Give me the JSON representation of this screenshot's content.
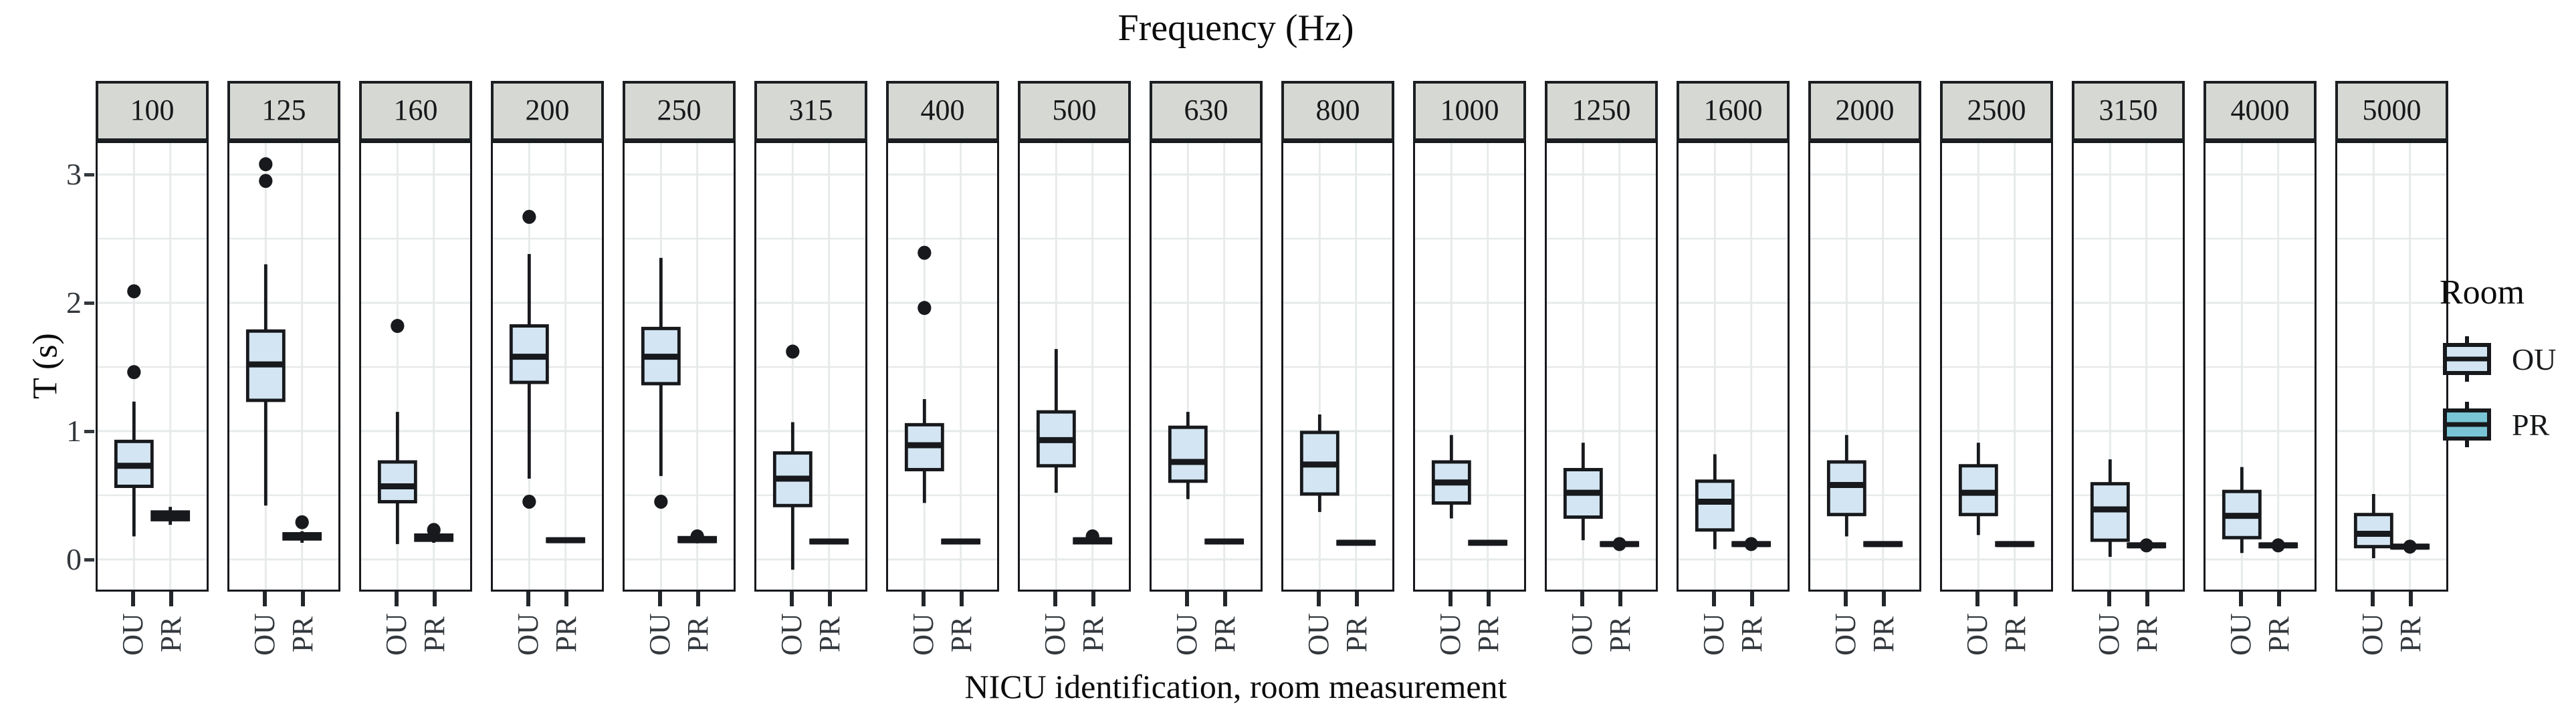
{
  "colors": {
    "box_stroke": "#17191c",
    "ou_fill": "#d3e5f2",
    "pr_fill": "#79c5d6",
    "strip_background": "#d5d8d3",
    "gridline": "#e7eaea",
    "text": "#0c0c0c"
  },
  "chart_data": {
    "type": "boxplot",
    "title": "Frequency (Hz)",
    "xlabel": "NICU identification, room measurement",
    "ylabel": "T (s)",
    "ylim": [
      -0.235,
      3.245
    ],
    "yticks": [
      0,
      1,
      2,
      3
    ],
    "minor_gridlines": [
      0.5,
      1.5,
      2.5
    ],
    "grid": "on",
    "categories": [
      "OU",
      "PR"
    ],
    "legend": {
      "title": "Room",
      "position": "right",
      "entries": [
        {
          "label": "OU",
          "color": "#d3e5f2"
        },
        {
          "label": "PR",
          "color": "#79c5d6"
        }
      ]
    },
    "facets": [
      {
        "label": "100",
        "boxes": [
          {
            "room": "OU",
            "whisker_low": 0.18,
            "q1": 0.57,
            "median": 0.73,
            "q3": 0.92,
            "whisker_high": 1.23,
            "outliers": [
              1.46,
              2.09
            ]
          },
          {
            "room": "PR",
            "whisker_low": 0.27,
            "q1": 0.31,
            "median": 0.34,
            "q3": 0.37,
            "whisker_high": 0.41,
            "outliers": []
          }
        ]
      },
      {
        "label": "125",
        "boxes": [
          {
            "room": "OU",
            "whisker_low": 0.42,
            "q1": 1.24,
            "median": 1.52,
            "q3": 1.78,
            "whisker_high": 2.3,
            "outliers": [
              2.95,
              3.08
            ]
          },
          {
            "room": "PR",
            "whisker_low": 0.13,
            "q1": 0.16,
            "median": 0.18,
            "q3": 0.2,
            "whisker_high": 0.22,
            "outliers": [
              0.29
            ]
          }
        ]
      },
      {
        "label": "160",
        "boxes": [
          {
            "room": "OU",
            "whisker_low": 0.12,
            "q1": 0.45,
            "median": 0.57,
            "q3": 0.76,
            "whisker_high": 1.15,
            "outliers": [
              1.82
            ]
          },
          {
            "room": "PR",
            "whisker_low": 0.13,
            "q1": 0.15,
            "median": 0.17,
            "q3": 0.19,
            "whisker_high": 0.2,
            "outliers": [
              0.23
            ]
          }
        ]
      },
      {
        "label": "200",
        "boxes": [
          {
            "room": "OU",
            "whisker_low": 0.63,
            "q1": 1.38,
            "median": 1.58,
            "q3": 1.82,
            "whisker_high": 2.38,
            "outliers": [
              0.45,
              2.67
            ]
          },
          {
            "room": "PR",
            "whisker_low": 0.13,
            "q1": 0.14,
            "median": 0.15,
            "q3": 0.16,
            "whisker_high": 0.17,
            "outliers": []
          }
        ]
      },
      {
        "label": "250",
        "boxes": [
          {
            "room": "OU",
            "whisker_low": 0.65,
            "q1": 1.37,
            "median": 1.58,
            "q3": 1.8,
            "whisker_high": 2.35,
            "outliers": [
              0.45
            ]
          },
          {
            "room": "PR",
            "whisker_low": 0.13,
            "q1": 0.14,
            "median": 0.15,
            "q3": 0.17,
            "whisker_high": 0.18,
            "outliers": [
              0.18
            ]
          }
        ]
      },
      {
        "label": "315",
        "boxes": [
          {
            "room": "OU",
            "whisker_low": -0.08,
            "q1": 0.42,
            "median": 0.63,
            "q3": 0.83,
            "whisker_high": 1.07,
            "outliers": [
              1.62
            ]
          },
          {
            "room": "PR",
            "whisker_low": 0.12,
            "q1": 0.13,
            "median": 0.14,
            "q3": 0.15,
            "whisker_high": 0.16,
            "outliers": []
          }
        ]
      },
      {
        "label": "400",
        "boxes": [
          {
            "room": "OU",
            "whisker_low": 0.44,
            "q1": 0.7,
            "median": 0.89,
            "q3": 1.05,
            "whisker_high": 1.25,
            "outliers": [
              1.96,
              2.39
            ]
          },
          {
            "room": "PR",
            "whisker_low": 0.12,
            "q1": 0.13,
            "median": 0.14,
            "q3": 0.15,
            "whisker_high": 0.16,
            "outliers": []
          }
        ]
      },
      {
        "label": "500",
        "boxes": [
          {
            "room": "OU",
            "whisker_low": 0.52,
            "q1": 0.73,
            "median": 0.93,
            "q3": 1.15,
            "whisker_high": 1.64,
            "outliers": []
          },
          {
            "room": "PR",
            "whisker_low": 0.12,
            "q1": 0.13,
            "median": 0.15,
            "q3": 0.16,
            "whisker_high": 0.17,
            "outliers": [
              0.18
            ]
          }
        ]
      },
      {
        "label": "630",
        "boxes": [
          {
            "room": "OU",
            "whisker_low": 0.47,
            "q1": 0.61,
            "median": 0.76,
            "q3": 1.03,
            "whisker_high": 1.15,
            "outliers": []
          },
          {
            "room": "PR",
            "whisker_low": 0.12,
            "q1": 0.13,
            "median": 0.14,
            "q3": 0.15,
            "whisker_high": 0.16,
            "outliers": []
          }
        ]
      },
      {
        "label": "800",
        "boxes": [
          {
            "room": "OU",
            "whisker_low": 0.37,
            "q1": 0.51,
            "median": 0.74,
            "q3": 0.99,
            "whisker_high": 1.13,
            "outliers": []
          },
          {
            "room": "PR",
            "whisker_low": 0.11,
            "q1": 0.12,
            "median": 0.13,
            "q3": 0.14,
            "whisker_high": 0.15,
            "outliers": []
          }
        ]
      },
      {
        "label": "1000",
        "boxes": [
          {
            "room": "OU",
            "whisker_low": 0.32,
            "q1": 0.44,
            "median": 0.6,
            "q3": 0.76,
            "whisker_high": 0.97,
            "outliers": []
          },
          {
            "room": "PR",
            "whisker_low": 0.11,
            "q1": 0.12,
            "median": 0.13,
            "q3": 0.14,
            "whisker_high": 0.14,
            "outliers": []
          }
        ]
      },
      {
        "label": "1250",
        "boxes": [
          {
            "room": "OU",
            "whisker_low": 0.15,
            "q1": 0.33,
            "median": 0.52,
            "q3": 0.7,
            "whisker_high": 0.91,
            "outliers": []
          },
          {
            "room": "PR",
            "whisker_low": 0.1,
            "q1": 0.11,
            "median": 0.12,
            "q3": 0.13,
            "whisker_high": 0.13,
            "outliers": [
              0.12
            ]
          }
        ]
      },
      {
        "label": "1600",
        "boxes": [
          {
            "room": "OU",
            "whisker_low": 0.08,
            "q1": 0.23,
            "median": 0.45,
            "q3": 0.61,
            "whisker_high": 0.82,
            "outliers": []
          },
          {
            "room": "PR",
            "whisker_low": 0.1,
            "q1": 0.11,
            "median": 0.12,
            "q3": 0.13,
            "whisker_high": 0.13,
            "outliers": [
              0.12
            ]
          }
        ]
      },
      {
        "label": "2000",
        "boxes": [
          {
            "room": "OU",
            "whisker_low": 0.18,
            "q1": 0.35,
            "median": 0.58,
            "q3": 0.76,
            "whisker_high": 0.97,
            "outliers": []
          },
          {
            "room": "PR",
            "whisker_low": 0.11,
            "q1": 0.11,
            "median": 0.12,
            "q3": 0.13,
            "whisker_high": 0.13,
            "outliers": []
          }
        ]
      },
      {
        "label": "2500",
        "boxes": [
          {
            "room": "OU",
            "whisker_low": 0.19,
            "q1": 0.35,
            "median": 0.52,
            "q3": 0.73,
            "whisker_high": 0.91,
            "outliers": []
          },
          {
            "room": "PR",
            "whisker_low": 0.11,
            "q1": 0.11,
            "median": 0.12,
            "q3": 0.13,
            "whisker_high": 0.13,
            "outliers": []
          }
        ]
      },
      {
        "label": "3150",
        "boxes": [
          {
            "room": "OU",
            "whisker_low": 0.02,
            "q1": 0.15,
            "median": 0.39,
            "q3": 0.59,
            "whisker_high": 0.78,
            "outliers": []
          },
          {
            "room": "PR",
            "whisker_low": 0.09,
            "q1": 0.1,
            "median": 0.11,
            "q3": 0.12,
            "whisker_high": 0.12,
            "outliers": [
              0.11
            ]
          }
        ]
      },
      {
        "label": "4000",
        "boxes": [
          {
            "room": "OU",
            "whisker_low": 0.05,
            "q1": 0.17,
            "median": 0.34,
            "q3": 0.53,
            "whisker_high": 0.72,
            "outliers": []
          },
          {
            "room": "PR",
            "whisker_low": 0.09,
            "q1": 0.1,
            "median": 0.11,
            "q3": 0.12,
            "whisker_high": 0.12,
            "outliers": [
              0.11
            ]
          }
        ]
      },
      {
        "label": "5000",
        "boxes": [
          {
            "room": "OU",
            "whisker_low": 0.01,
            "q1": 0.1,
            "median": 0.2,
            "q3": 0.35,
            "whisker_high": 0.51,
            "outliers": []
          },
          {
            "room": "PR",
            "whisker_low": 0.09,
            "q1": 0.09,
            "median": 0.1,
            "q3": 0.11,
            "whisker_high": 0.11,
            "outliers": [
              0.1
            ]
          }
        ]
      }
    ]
  }
}
